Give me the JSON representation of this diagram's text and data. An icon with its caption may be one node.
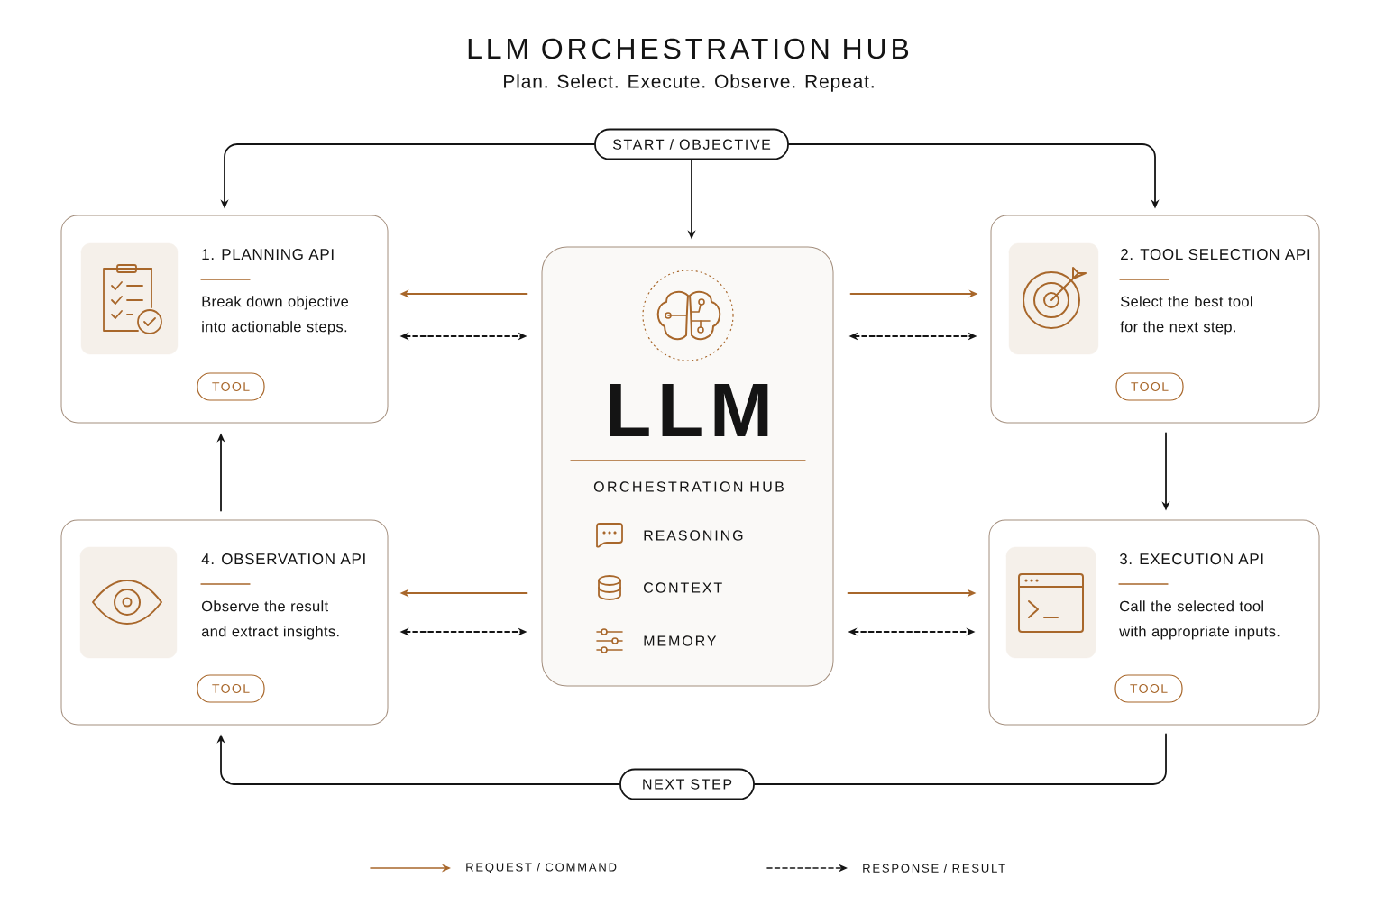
{
  "diagram": {
    "title": "LLM ORCHESTRATION HUB",
    "nodes": [
      {
        "text": [
          "START / OBJECTIVE"
        ]
      },
      {
        "text": [
          "1. PLANNING API",
          "Break down objective into actionable steps."
        ]
      },
      {
        "text": [
          "TOOL"
        ],
        "in": 1
      },
      {
        "text": [
          "LLM",
          "ORCHESTRATION HUB",
          "REASONING",
          "CONTEXT",
          "MEMORY"
        ]
      },
      {
        "text": [
          "2. TOOL SELECTION API",
          "Select the best tool for the next step."
        ]
      },
      {
        "text": [
          "TOOL"
        ],
        "in": 4
      },
      {
        "text": [
          "4. OBSERVATION API",
          "Observe the result and extract insights."
        ]
      },
      {
        "text": [
          "TOOL"
        ],
        "in": 6
      },
      {
        "text": [
          "3. EXECUTION API",
          "Call the selected tool with appropriate inputs."
        ]
      },
      {
        "text": [
          "TOOL"
        ],
        "in": 8
      },
      {
        "text": [
          "NEXT STEP"
        ]
      }
    ],
    "edges": [
      {
        "from": 0,
        "to": 1,
        "arrow": "to"
      },
      {
        "from": 0,
        "to": 3,
        "arrow": "to"
      },
      {
        "from": 0,
        "to": 4,
        "arrow": "to"
      },
      {
        "from": 3,
        "to": 1,
        "arrow": "to",
        "color": "#a8672b"
      },
      {
        "from": 1,
        "to": 3,
        "arrow": "both",
        "style": "dashed"
      },
      {
        "from": 3,
        "to": 4,
        "arrow": "to",
        "color": "#a8672b"
      },
      {
        "from": 3,
        "to": 4,
        "arrow": "both",
        "style": "dashed"
      },
      {
        "from": 4,
        "to": 8,
        "arrow": "to"
      },
      {
        "from": 3,
        "to": 6,
        "arrow": "to",
        "color": "#a8672b"
      },
      {
        "from": 6,
        "to": 3,
        "arrow": "both",
        "style": "dashed"
      },
      {
        "from": 3,
        "to": 8,
        "arrow": "to",
        "color": "#a8672b"
      },
      {
        "from": 3,
        "to": 8,
        "arrow": "both",
        "style": "dashed"
      },
      {
        "from": 6,
        "to": 1,
        "arrow": "to"
      },
      {
        "from": 8,
        "to": 10,
        "arrow": "none"
      },
      {
        "from": 10,
        "to": 6,
        "arrow": "to"
      }
    ],
    "labels": [
      "Plan. Select. Execute. Observe. Repeat."
    ],
    "legend": [
      {
        "text": "REQUEST / COMMAND"
      },
      {
        "text": "RESPONSE / RESULT"
      }
    ]
  }
}
